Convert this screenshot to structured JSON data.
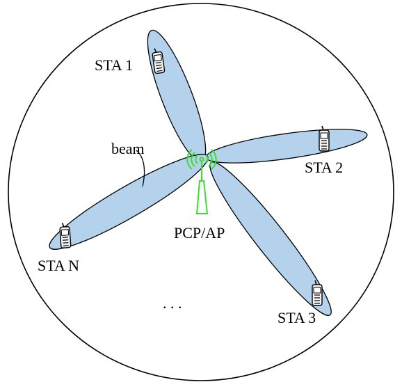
{
  "colors": {
    "beam_fill": "#b4d2ec",
    "ap_color": "#3ddc2e",
    "outline": "#000000"
  },
  "labels": {
    "sta1": "STA 1",
    "sta2": "STA 2",
    "sta3": "STA 3",
    "staN": "STA N",
    "beam": "beam",
    "ap": "PCP/AP",
    "ellipsis": ". . ."
  },
  "icons": {
    "station": "mobile-phone-icon",
    "access_point": "antenna-icon"
  }
}
